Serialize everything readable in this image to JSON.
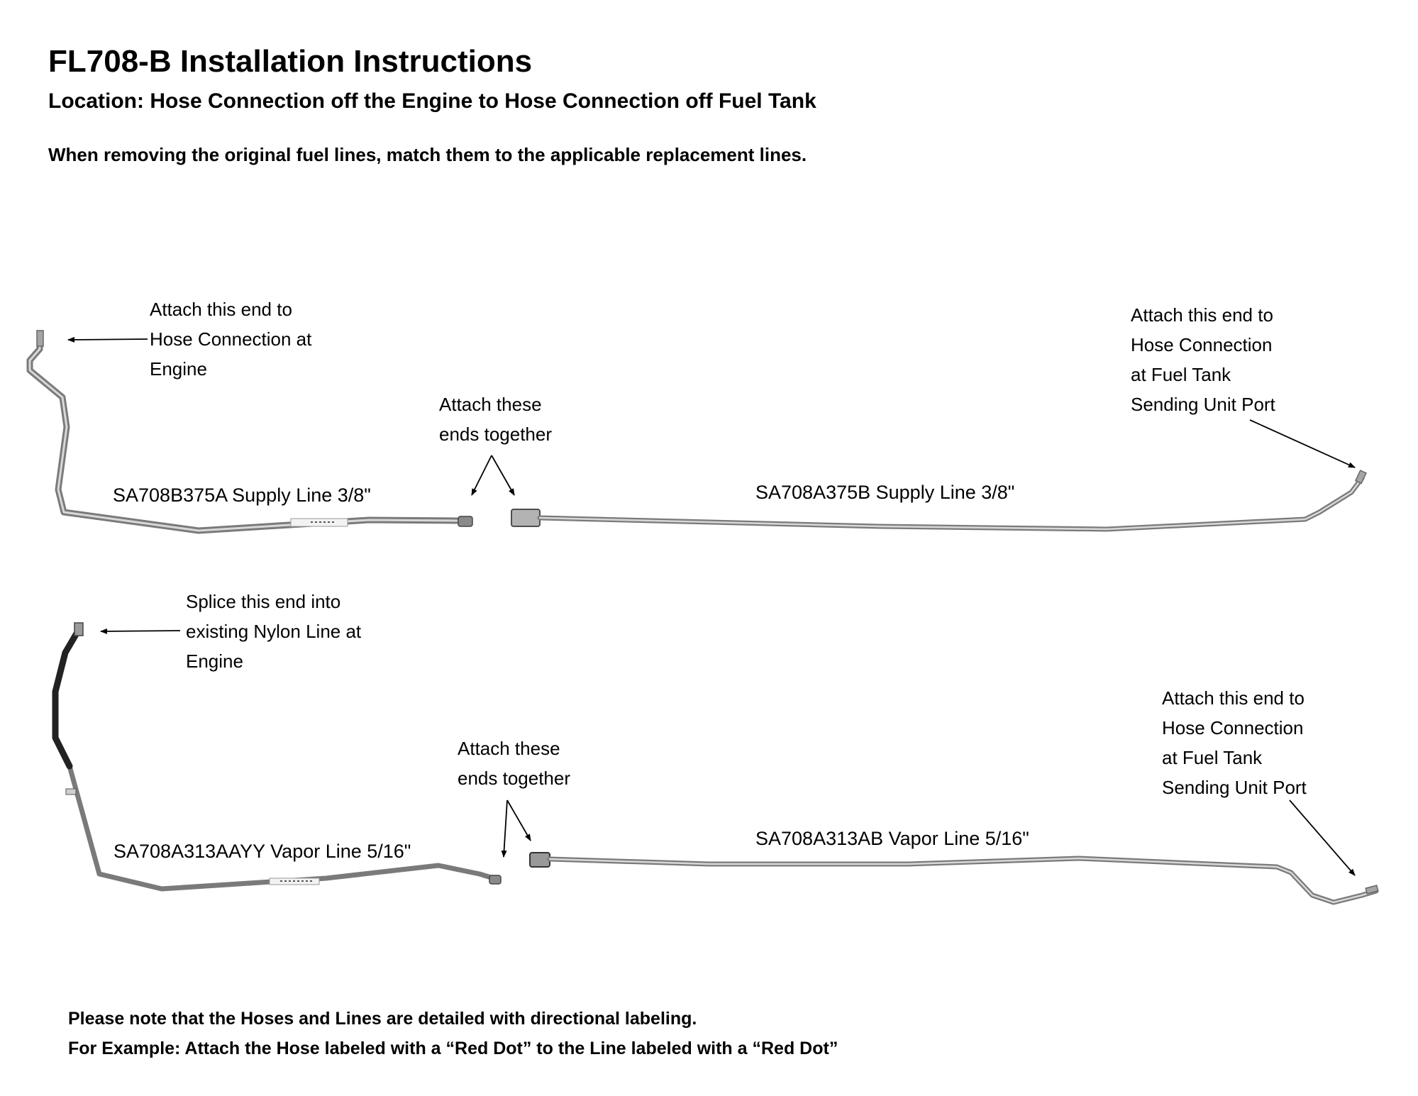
{
  "header": {
    "title": "FL708-B Installation Instructions",
    "location": "Location: Hose Connection off the Engine to Hose Connection off Fuel Tank",
    "intro": "When removing the original fuel lines, match them to the applicable replacement lines."
  },
  "supply": {
    "engine_label": [
      "Attach this end to",
      "Hose Connection at",
      "Engine"
    ],
    "join_label": [
      "Attach these",
      "ends together"
    ],
    "tank_label": [
      "Attach this end to",
      "Hose Connection",
      "at Fuel Tank",
      "Sending Unit Port"
    ],
    "left_part": "SA708B375A Supply Line 3/8\"",
    "right_part": "SA708A375B Supply Line 3/8\""
  },
  "vapor": {
    "engine_label": [
      "Splice this end into",
      "existing Nylon Line at",
      "Engine"
    ],
    "join_label": [
      "Attach these",
      "ends together"
    ],
    "tank_label": [
      "Attach this end to",
      "Hose Connection",
      "at Fuel Tank",
      "Sending Unit Port"
    ],
    "left_part": "SA708A313AAYY Vapor Line 5/16\"",
    "right_part": "SA708A313AB Vapor Line 5/16\""
  },
  "footer": {
    "note1": "Please note that the Hoses and Lines are detailed with directional labeling.",
    "note2": "For Example: Attach the Hose labeled with a “Red Dot” to the Line labeled with a “Red Dot”"
  }
}
